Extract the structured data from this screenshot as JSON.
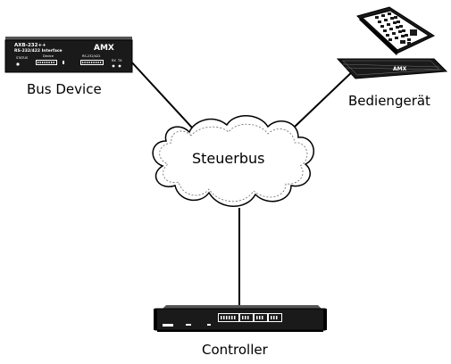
{
  "diagram": {
    "nodes": {
      "bus_device": {
        "label": "Bus Device",
        "brand": "AMX",
        "model_line1": "AXB-232++",
        "model_line2": "RS-232/422 Interface",
        "panel_labels": [
          "STATUS",
          "Device",
          "RS-232/422",
          "RX",
          "TX"
        ]
      },
      "panel": {
        "label": "Bediengerät",
        "brand": "AMX"
      },
      "cloud": {
        "label": "Steuerbus"
      },
      "controller": {
        "label": "Controller"
      }
    },
    "colors": {
      "line": "#000000",
      "device_body": "#1a1a1a",
      "background": "#ffffff"
    }
  }
}
